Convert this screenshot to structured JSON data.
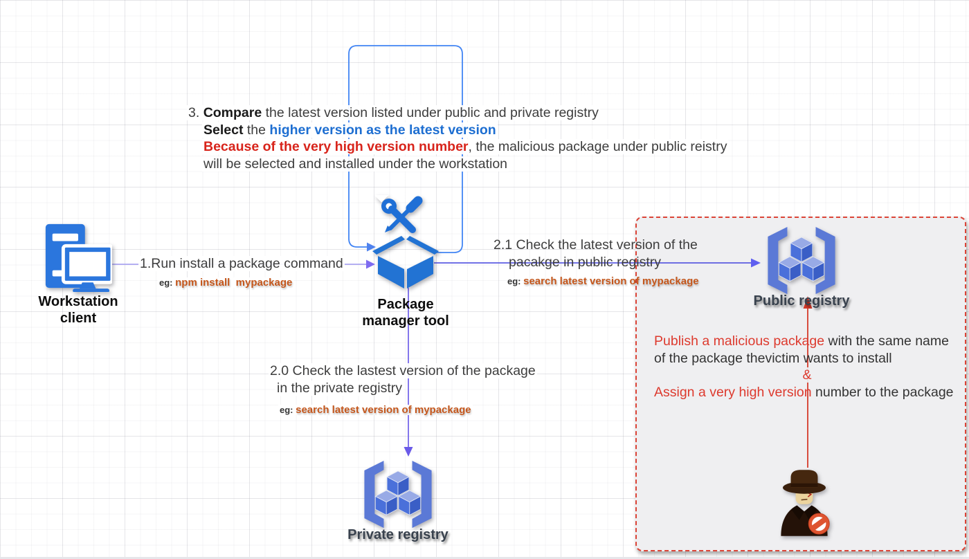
{
  "colors": {
    "icon_blue": "#2b76dd",
    "registry_blue": "#5b79d6",
    "cube_top": "#98aae6",
    "cube_left": "#4a70da",
    "cube_right": "#3a5ec6",
    "loop_arrow_blue": "#4285f4",
    "connector_purple": "#8a7cf0",
    "connector_blue": "#4242dd",
    "attack_red": "#dc4437",
    "command_orange": "#c5571c",
    "emphasis_blue": "#1d6ed1",
    "emphasis_red": "#d8241b",
    "attack_box_background": "#efeff1"
  },
  "step3": {
    "num": "3. ",
    "bold1": "Compare",
    "rest1": " the latest version listed under public and private registry",
    "bold2": "Select",
    "mid2": " the ",
    "blue2": "higher version as the latest version",
    "red3": "Because of the very high version number",
    "rest3": ", the malicious package under public reistry",
    "line4": "will be selected and installed under the workstation"
  },
  "workstation": {
    "label1": "Workstation",
    "label2": "client"
  },
  "step1": {
    "text": "1.Run install a package command",
    "eg": "eg:",
    "command": "npm install  mypackage"
  },
  "package_manager": {
    "label1": "Package",
    "label2": "manager tool"
  },
  "step20": {
    "line1": "2.0 Check the lastest version of the package",
    "line2": "in the private registry",
    "eg": "eg:",
    "command": "search latest version of mypackage"
  },
  "step21": {
    "line1": "2.1 Check the latest version of the",
    "line2": "pacakge in public registry",
    "eg": "eg:",
    "command": "search latest version of mypackage"
  },
  "private_registry": {
    "label": "Private registry"
  },
  "public_registry": {
    "label": "Public registry"
  },
  "attack_note": {
    "red1": "Publish a malicious package",
    "dark1": " with the same name",
    "line2": "of the package thevictim wants to install",
    "amp": "&",
    "red2": "Assign a very high version",
    "dark2": " number to the package"
  }
}
